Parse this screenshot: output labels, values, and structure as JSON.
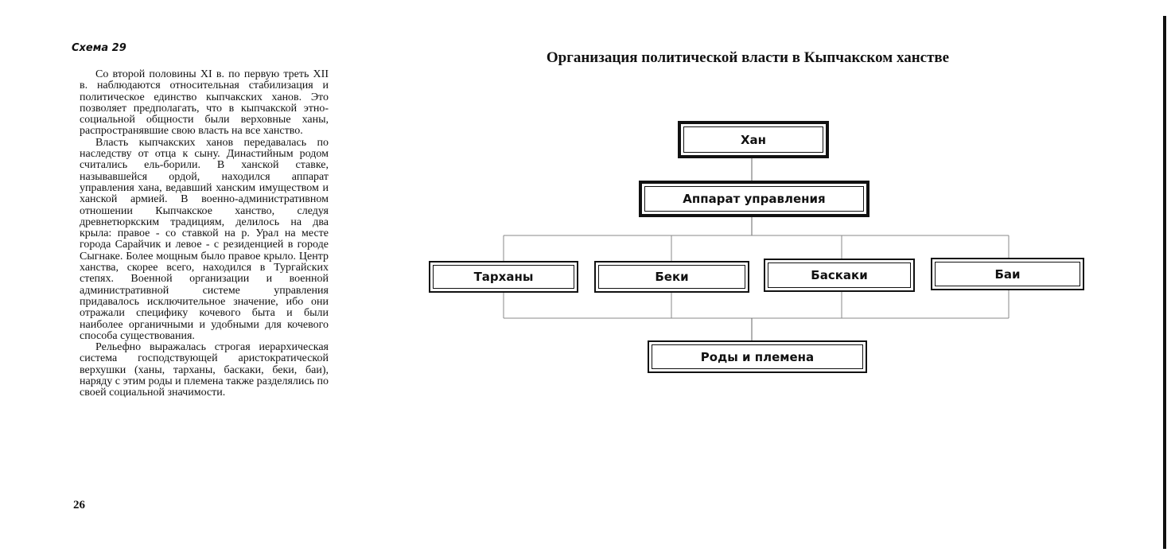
{
  "scheme_label": "Схема 29",
  "page_number": "26",
  "paragraphs": [
    "Со второй половины XI в. по первую треть XII в. наблюдаются относительная стабилизация и политическое единство кыпчакских ханов. Это позволяет предполагать, что в кыпчакской этно-социальной общности были верховные ханы, распространявшие свою власть на все ханство.",
    "Власть кыпчакских ханов передавалась по наследству от отца к сыну. Династийным родом считались ель-борили. В ханской ставке, называвшейся ордой, находился аппарат управления хана, ведавший ханским имуществом и ханской армией. В военно-административном отношении Кыпчакское ханство, следуя древнетюркским традициям, делилось на два крыла: правое - со ставкой на р. Урал на месте города Сарайчик и левое - с резиденцией в городе Сыгнаке. Более мощным было правое крыло. Центр ханства, скорее всего, находился в Тургайских степях. Военной организации и военной административной системе управления придавалось исключительное значение, ибо они отражали специфику кочевого быта и были наиболее органичными и удобными для кочевого способа существования.",
    "Рельефно выражалась строгая иерархическая система господствующей аристократической верхушки (ханы, тарханы, баскаки, беки, баи), наряду с этим роды и племена также разделялись по своей социальной значимости."
  ],
  "diagram": {
    "title": "Организация политической власти в Кыпчакском ханстве",
    "top": "Хан",
    "apparatus": "Аппарат управления",
    "middle": [
      "Тарханы",
      "Беки",
      "Баскаки",
      "Баи"
    ],
    "bottom": "Роды и племена"
  }
}
